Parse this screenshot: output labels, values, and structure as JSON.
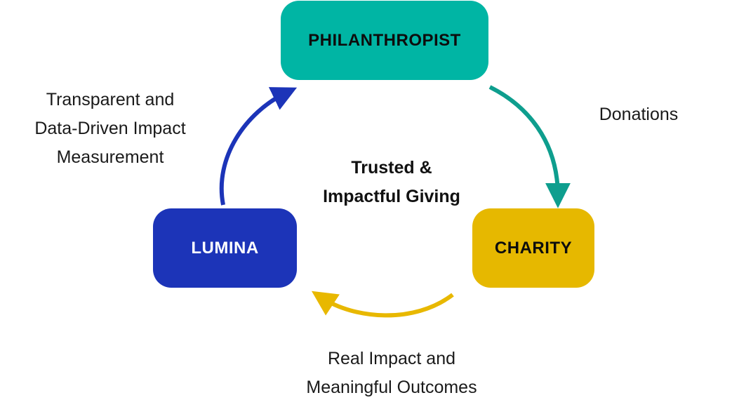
{
  "colors": {
    "teal": "#00B5A4",
    "gold": "#E6B800",
    "blue": "#1C34B8",
    "teal_arrow": "#0E9E8E",
    "gold_arrow": "#E8B800",
    "blue_arrow": "#1C34B8"
  },
  "nodes": {
    "philanthropist": {
      "label": "PHILANTHROPIST"
    },
    "charity": {
      "label": "CHARITY"
    },
    "lumina": {
      "label": "LUMINA"
    }
  },
  "center": {
    "line1": "Trusted &",
    "line2": "Impactful Giving"
  },
  "edges": {
    "philanthropist_to_charity": {
      "lines": [
        "Donations"
      ]
    },
    "charity_to_lumina": {
      "lines": [
        "Real Impact and",
        "Meaningful Outcomes"
      ]
    },
    "lumina_to_philanthropist": {
      "lines": [
        "Transparent and",
        "Data-Driven Impact",
        "Measurement"
      ]
    }
  }
}
